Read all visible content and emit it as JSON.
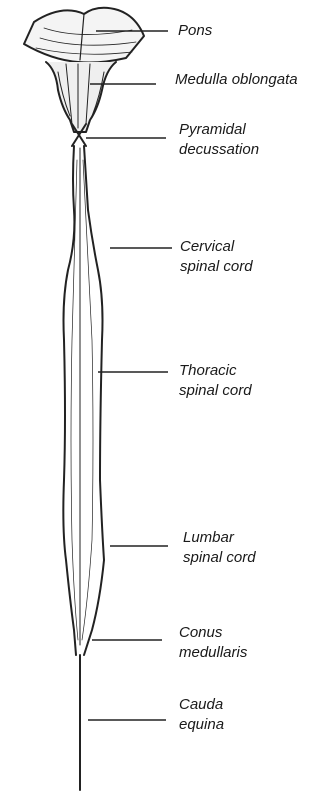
{
  "diagram": {
    "labels": {
      "pons": [
        "Pons"
      ],
      "medulla": [
        "Medulla oblongata"
      ],
      "pyramidal": [
        "Pyramidal",
        "decussation"
      ],
      "cervical": [
        "Cervical",
        "spinal cord"
      ],
      "thoracic": [
        "Thoracic",
        "spinal cord"
      ],
      "lumbar": [
        "Lumbar",
        "spinal cord"
      ],
      "conus": [
        "Conus",
        "medullaris"
      ],
      "cauda": [
        "Cauda",
        "equina"
      ]
    }
  }
}
